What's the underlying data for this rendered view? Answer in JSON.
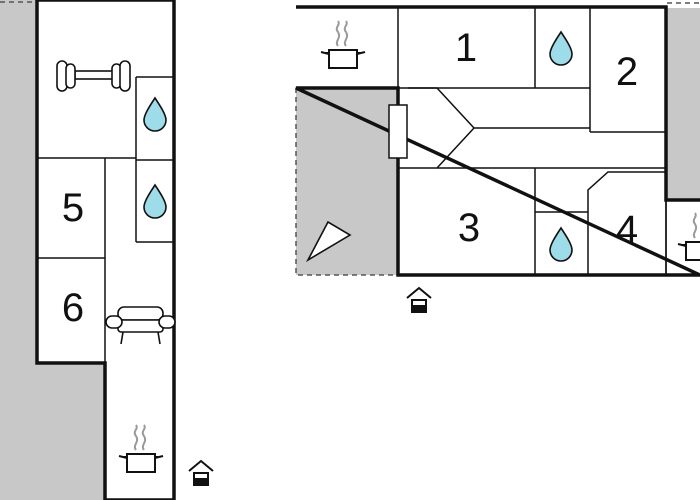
{
  "rooms": [
    {
      "label": "1"
    },
    {
      "label": "2"
    },
    {
      "label": "3"
    },
    {
      "label": "4"
    },
    {
      "label": "5"
    },
    {
      "label": "6"
    }
  ],
  "icons": [
    "cooking-pot-icon",
    "water-drop-icon",
    "dumbbell-icon",
    "sofa-icon",
    "entrance-icon",
    "terrace-triangle-icon"
  ],
  "colors": {
    "wall": "#111111",
    "outdoor": "#c8c8c8",
    "drop": "#9ddce8",
    "background": "#ffffff"
  }
}
